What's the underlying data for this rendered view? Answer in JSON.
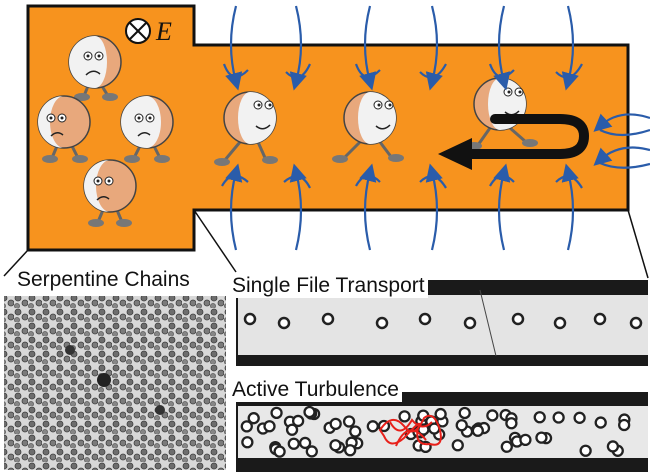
{
  "field_symbol": "E",
  "panels": {
    "serpentine": "Serpentine Chains",
    "single_file": "Single File Transport",
    "turbulence": "Active Turbulence"
  },
  "colors": {
    "channel": "#F7931E",
    "particle_dark": "#E8A87C",
    "particle_light": "#F2F2F2",
    "rotation_arrow": "#2A5CAA",
    "tracer": "#E8201A",
    "outline": "#111111"
  },
  "icons": [
    "field-into-page-icon",
    "rotation-arrow-icon",
    "u-turn-arrow-icon"
  ]
}
